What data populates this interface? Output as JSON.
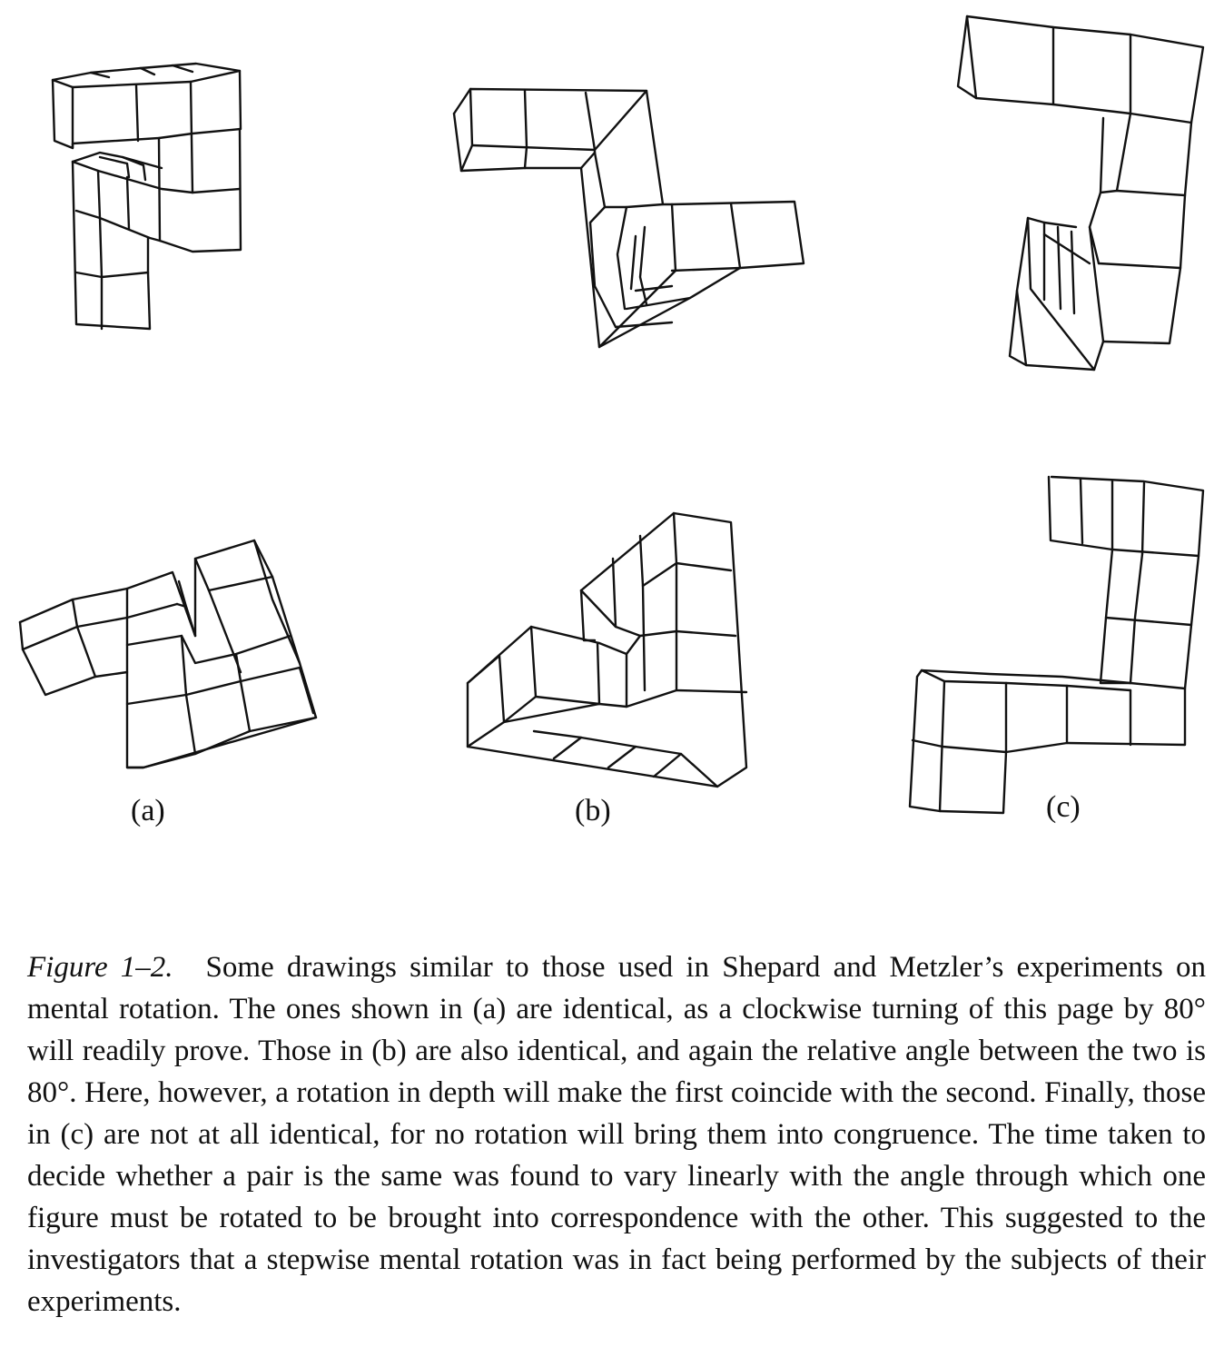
{
  "figure": {
    "panels": [
      {
        "id": "a",
        "label": "(a)"
      },
      {
        "id": "b",
        "label": "(b)"
      },
      {
        "id": "c",
        "label": "(c)"
      }
    ]
  },
  "caption": {
    "figure_ref": "Figure 1–2.",
    "text": "Some drawings similar to those used in Shepard and Metzler’s experiments on mental rotation. The ones shown in (a) are identical, as a clockwise turning of this page by 80° will readily prove. Those in (b) are also identical, and again the relative angle between the two is 80°. Here, however, a rotation in depth will make the first coincide with the second. Finally, those in (c) are not at all identical, for no rotation will bring them into congruence. The time taken to decide whether a pair is the same was found to vary linearly with the angle through which one figure must be rotated to be brought into correspondence with the other. This suggested to the investigators that a stepwise mental rotation was in fact being performed by the subjects of their experiments."
  }
}
